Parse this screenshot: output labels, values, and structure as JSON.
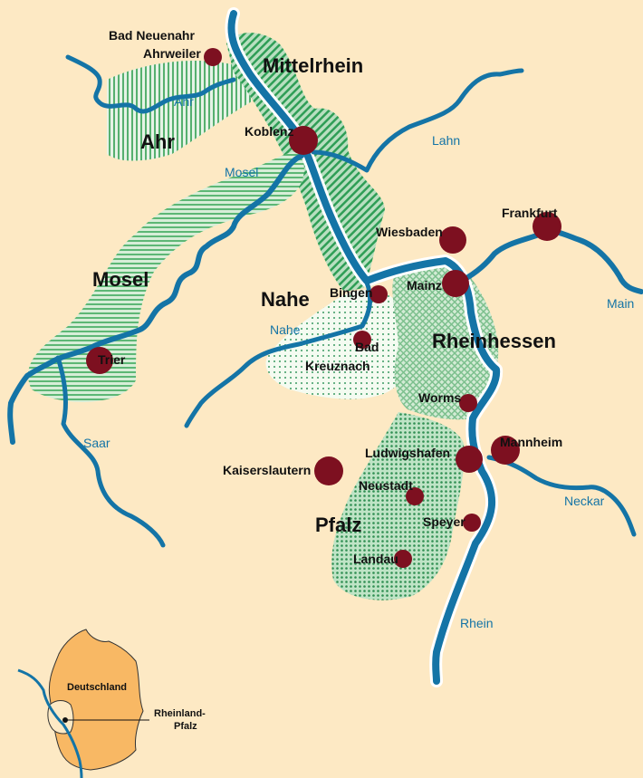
{
  "colors": {
    "background": "#fde9c4",
    "river": "#1474a6",
    "city": "#7d1020",
    "region_light": "#c7e6cd",
    "region_dark": "#2f9e56",
    "germany": "#f8b864",
    "rlp": "#fde9c4"
  },
  "regions": {
    "ahr": "Ahr",
    "mittelrhein": "Mittelrhein",
    "mosel": "Mosel",
    "nahe": "Nahe",
    "rheinhessen": "Rheinhessen",
    "pfalz": "Pfalz"
  },
  "rivers": {
    "ahr": "Ahr",
    "mosel": "Mosel",
    "lahn": "Lahn",
    "main": "Main",
    "nahe": "Nahe",
    "saar": "Saar",
    "neckar": "Neckar",
    "rhein": "Rhein"
  },
  "cities": {
    "bad_neuenahr_line1": "Bad Neuenahr",
    "bad_neuenahr_line2": "Ahrweiler",
    "koblenz": "Koblenz",
    "wiesbaden": "Wiesbaden",
    "frankfurt": "Frankfurt",
    "mainz": "Mainz",
    "bingen": "Bingen",
    "bad_kreuznach_line1": "Bad",
    "bad_kreuznach_line2": "Kreuznach",
    "trier": "Trier",
    "worms": "Worms",
    "ludwigshafen": "Ludwigshafen",
    "mannheim": "Mannheim",
    "kaiserslautern": "Kaiserslautern",
    "neustadt": "Neustadt",
    "speyer": "Speyer",
    "landau": "Landau"
  },
  "inset": {
    "country": "Deutschland",
    "state_line1": "Rheinland-",
    "state_line2": "Pfalz"
  }
}
